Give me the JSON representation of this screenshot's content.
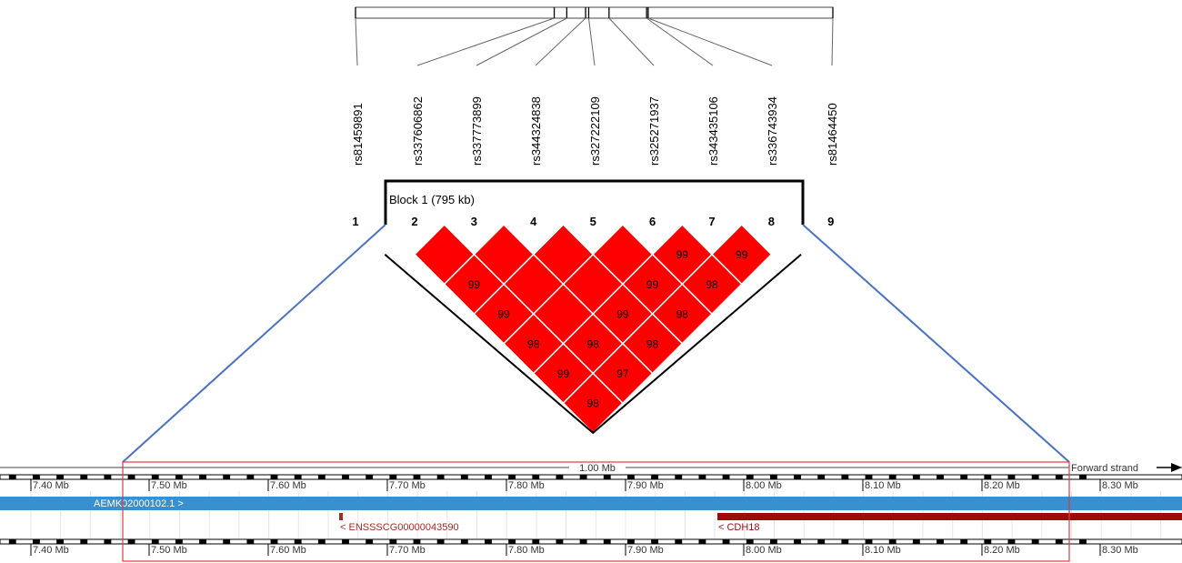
{
  "snps": {
    "ids": [
      "rs81459891",
      "rs337606862",
      "rs337773899",
      "rs344324838",
      "rs327222109",
      "rs325271937",
      "rs343435106",
      "rs336743934",
      "rs81464450"
    ],
    "indices": [
      "1",
      "2",
      "3",
      "4",
      "5",
      "6",
      "7",
      "8",
      "9"
    ],
    "chrom_fractions": [
      0.0,
      0.4163,
      0.4426,
      0.482,
      0.4885,
      0.5311,
      0.6098,
      0.6131,
      1.0
    ]
  },
  "block": {
    "label": "Block 1 (795 kb)",
    "first_marker": 2,
    "last_marker": 8
  },
  "ld": {
    "cells": [
      {
        "i": 2,
        "j": 3,
        "value": ""
      },
      {
        "i": 3,
        "j": 4,
        "value": ""
      },
      {
        "i": 4,
        "j": 5,
        "value": ""
      },
      {
        "i": 5,
        "j": 6,
        "value": ""
      },
      {
        "i": 6,
        "j": 7,
        "value": "99"
      },
      {
        "i": 7,
        "j": 8,
        "value": "99"
      },
      {
        "i": 2,
        "j": 4,
        "value": "99"
      },
      {
        "i": 3,
        "j": 5,
        "value": ""
      },
      {
        "i": 4,
        "j": 6,
        "value": ""
      },
      {
        "i": 5,
        "j": 7,
        "value": "99"
      },
      {
        "i": 6,
        "j": 8,
        "value": "98"
      },
      {
        "i": 2,
        "j": 5,
        "value": "99"
      },
      {
        "i": 3,
        "j": 6,
        "value": ""
      },
      {
        "i": 4,
        "j": 7,
        "value": "99"
      },
      {
        "i": 5,
        "j": 8,
        "value": "98"
      },
      {
        "i": 2,
        "j": 6,
        "value": "98"
      },
      {
        "i": 3,
        "j": 7,
        "value": "98"
      },
      {
        "i": 4,
        "j": 8,
        "value": "98"
      },
      {
        "i": 2,
        "j": 7,
        "value": "99"
      },
      {
        "i": 3,
        "j": 8,
        "value": "97"
      },
      {
        "i": 2,
        "j": 8,
        "value": "98"
      }
    ],
    "colors": {
      "strong": "#ff0000",
      "outline": "#000000"
    }
  },
  "browser": {
    "scale_label": "1.00 Mb",
    "strand_label": "Forward strand",
    "ticks": [
      "7.40 Mb",
      "7.50 Mb",
      "7.60 Mb",
      "7.70 Mb",
      "7.80 Mb",
      "7.90 Mb",
      "8.00 Mb",
      "8.10 Mb",
      "8.20 Mb",
      "8.30 Mb"
    ],
    "contig": {
      "label": "AEMK02000102.1 >",
      "color": "#3a8fce"
    },
    "genes": [
      {
        "label": "< ENSSSCG00000043590",
        "color": "#a52a2a"
      },
      {
        "label": "< CDH18",
        "color": "#9b0d0d"
      }
    ],
    "zoom_box_color": "#e03a3a",
    "connector_color": "#4a72c4"
  }
}
